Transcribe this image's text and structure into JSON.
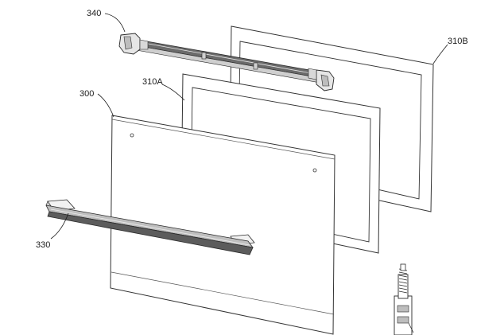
{
  "diagram": {
    "type": "exploded-view",
    "labels": {
      "bracket": "340",
      "rear_glass": "310B",
      "middle_glass": "310A",
      "outer_door": "300",
      "handle": "330"
    }
  }
}
